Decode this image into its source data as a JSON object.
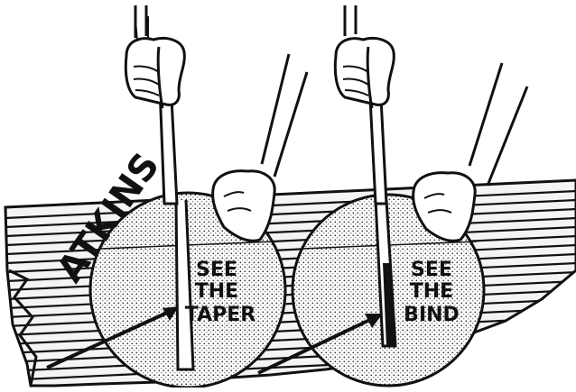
{
  "illustration": {
    "brand_label": "ATKINS",
    "left_panel": {
      "caption_lines": [
        "SEE",
        "THE",
        "TAPER"
      ]
    },
    "right_panel": {
      "caption_lines": [
        "SEE",
        "THE",
        "BIND"
      ]
    },
    "colors": {
      "ink": "#111111",
      "paper": "#ffffff",
      "stipple": "#d9d9d9"
    }
  }
}
